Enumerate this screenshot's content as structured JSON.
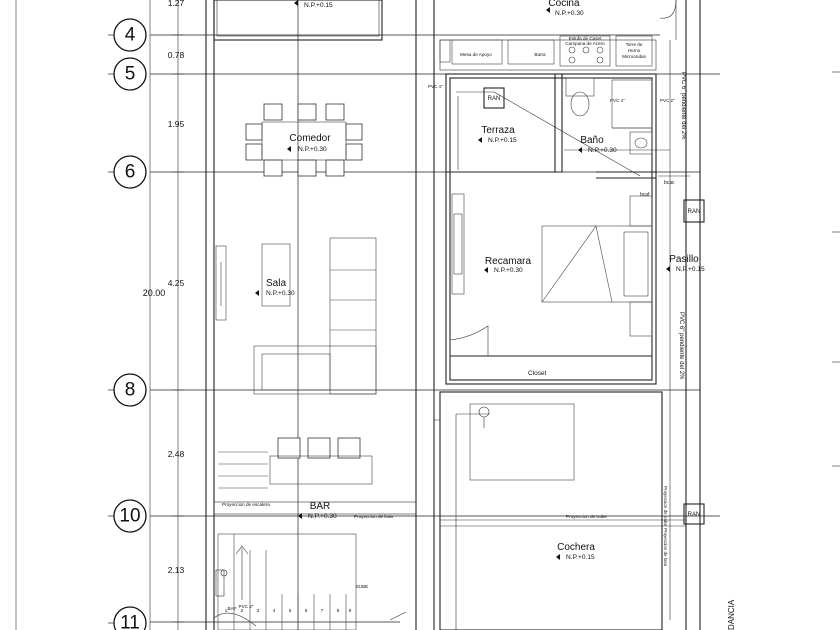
{
  "axes": [
    {
      "id": "4",
      "label": "4"
    },
    {
      "id": "5",
      "label": "5"
    },
    {
      "id": "6",
      "label": "6"
    },
    {
      "id": "8",
      "label": "8"
    },
    {
      "id": "10",
      "label": "10"
    },
    {
      "id": "11",
      "label": "11"
    }
  ],
  "dimensions": {
    "d_top": "1.27",
    "d_4_5": "0.78",
    "d_5_6": "1.95",
    "d_6_8": "4.25",
    "d_8_10": "2.48",
    "d_10_11": "2.13",
    "total": "20.00"
  },
  "rooms": {
    "cocina": {
      "name": "Cocina",
      "level": "N.P.+0.30"
    },
    "top_left": {
      "level": "N.P.+0.15"
    },
    "comedor": {
      "name": "Comedor",
      "level": "N.P.+0.30"
    },
    "sala": {
      "name": "Sala",
      "level": "N.P.+0.30"
    },
    "terraza": {
      "name": "Terraza",
      "level": "N.P.+0.15"
    },
    "bano": {
      "name": "Baño",
      "level": "N.P.+0.30"
    },
    "recamara": {
      "name": "Recamara",
      "level": "N.P.+0.30"
    },
    "pasillo": {
      "name": "Pasillo",
      "level": "N.P.+0.15"
    },
    "closet": {
      "name": "Closet"
    },
    "bar": {
      "name": "BAR",
      "level": "N.P.+0.30"
    },
    "cochera": {
      "name": "Cochera",
      "level": "N.P.+0.15"
    }
  },
  "labels": {
    "mesa_apoyo": "Mesa de Apoyo",
    "barra": "Barra",
    "estufa_1": "Estufa de Caset",
    "estufa_2": "Campana de Acero",
    "torre_1": "Torre de",
    "torre_2": "Horno",
    "torre_3": "Microondas",
    "ran": "RAN",
    "pvc_4": "PVC 4\"",
    "pvc_2": "PVC 2\"",
    "bcac": "bcac",
    "bcaf": "bcaf",
    "pvc_slope_1": "PVC 6\" pendiente del 2%",
    "pvc_slope_2": "PVC 6\" pendiente del 2%",
    "proy_escalera": "Proyeccion de escalera",
    "proy_losa": "Proyeccion de losa",
    "proy_trabe": "Proyeccion de trabe",
    "proy_losa_v": "Proyeccion de losa",
    "proy_trabe_v": "Proyeccion de trabe",
    "sube": "SUBE",
    "baf": "BAF",
    "pvc_small": "PVC 2\"",
    "colindancia": "DANCIA"
  },
  "stair_steps": [
    "1",
    "2",
    "3",
    "4",
    "5",
    "6",
    "7",
    "8",
    "9"
  ]
}
